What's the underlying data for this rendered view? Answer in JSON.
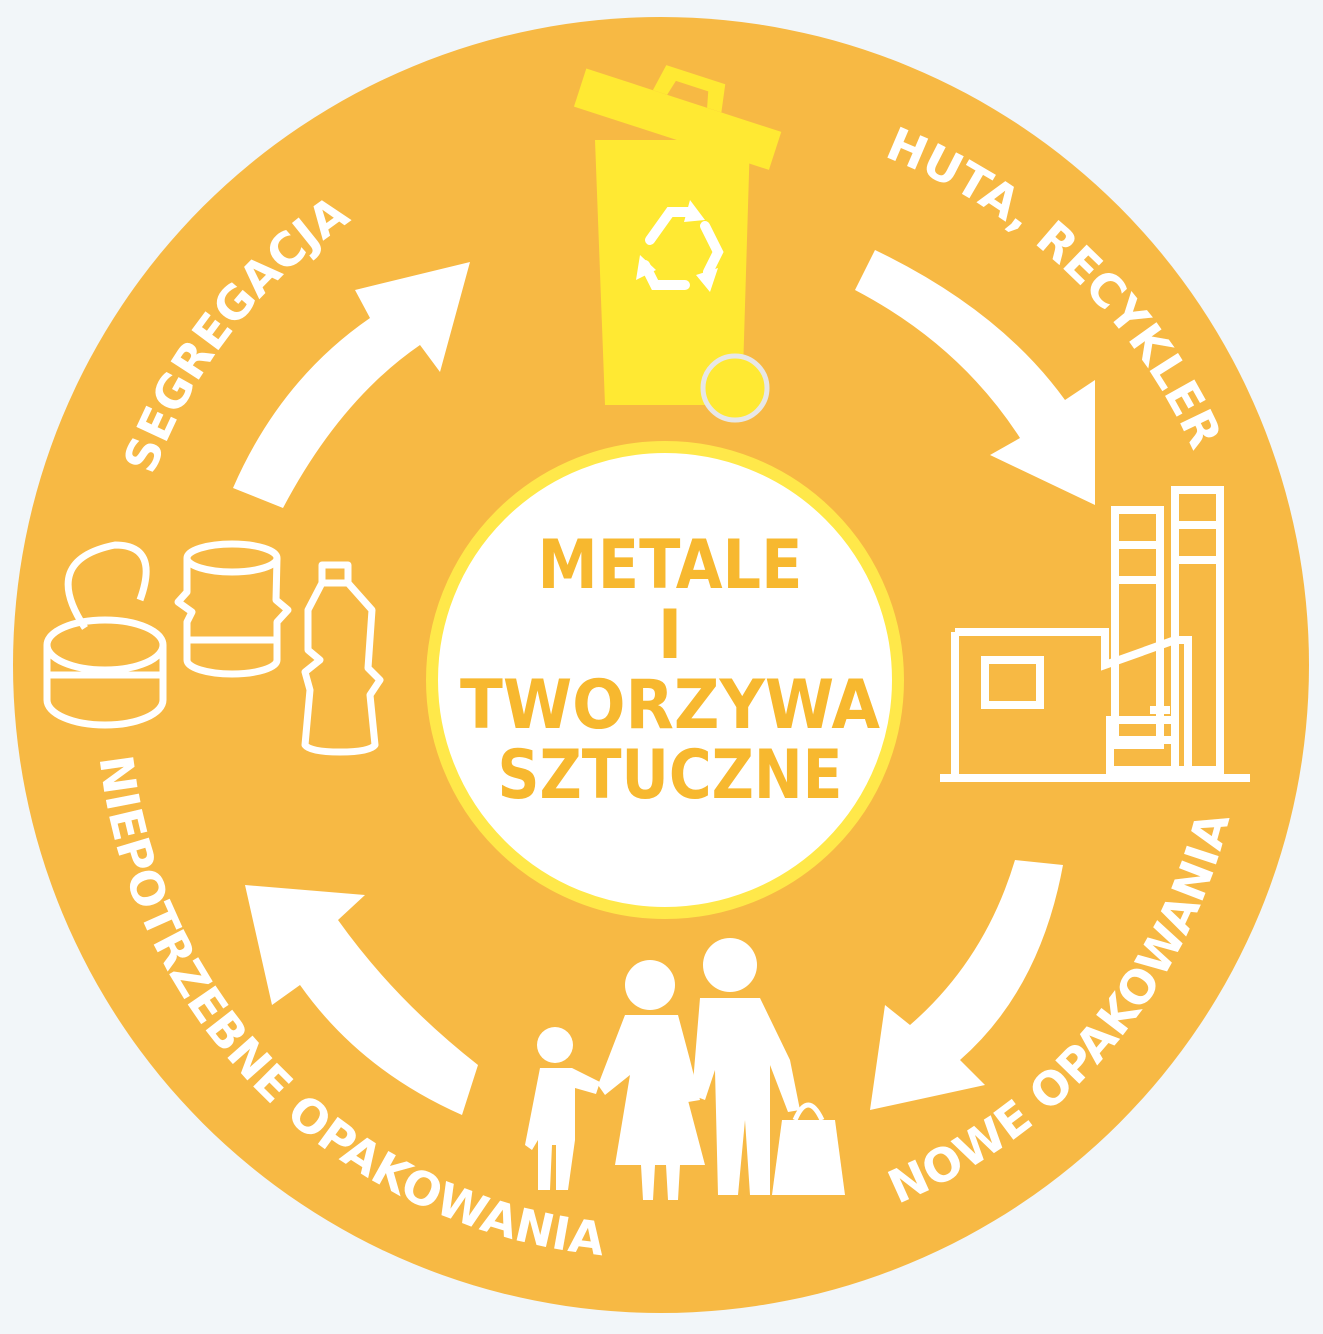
{
  "colors": {
    "page_background": "#f2f6f9",
    "disc": "#f7b944",
    "ring": "#ffe84a",
    "bin": "#ffe933",
    "center_fill": "#ffffff",
    "center_text": "#f7b82f",
    "icons": "#ffffff"
  },
  "center": {
    "line1": "METALE",
    "line2": "I",
    "line3": "TWORZYWA",
    "line4": "SZTUCZNE"
  },
  "steps": [
    {
      "label": "SEGREGACJA",
      "icon": "recycling-bin-icon"
    },
    {
      "label": "HUTA, RECYKLER",
      "icon": "factory-icon"
    },
    {
      "label": "NOWE OPAKOWANIA",
      "icon": "family-shopping-icon"
    },
    {
      "label": "NIEPOTRZEBNE OPAKOWANIA",
      "icon": "packaging-waste-icon"
    }
  ]
}
